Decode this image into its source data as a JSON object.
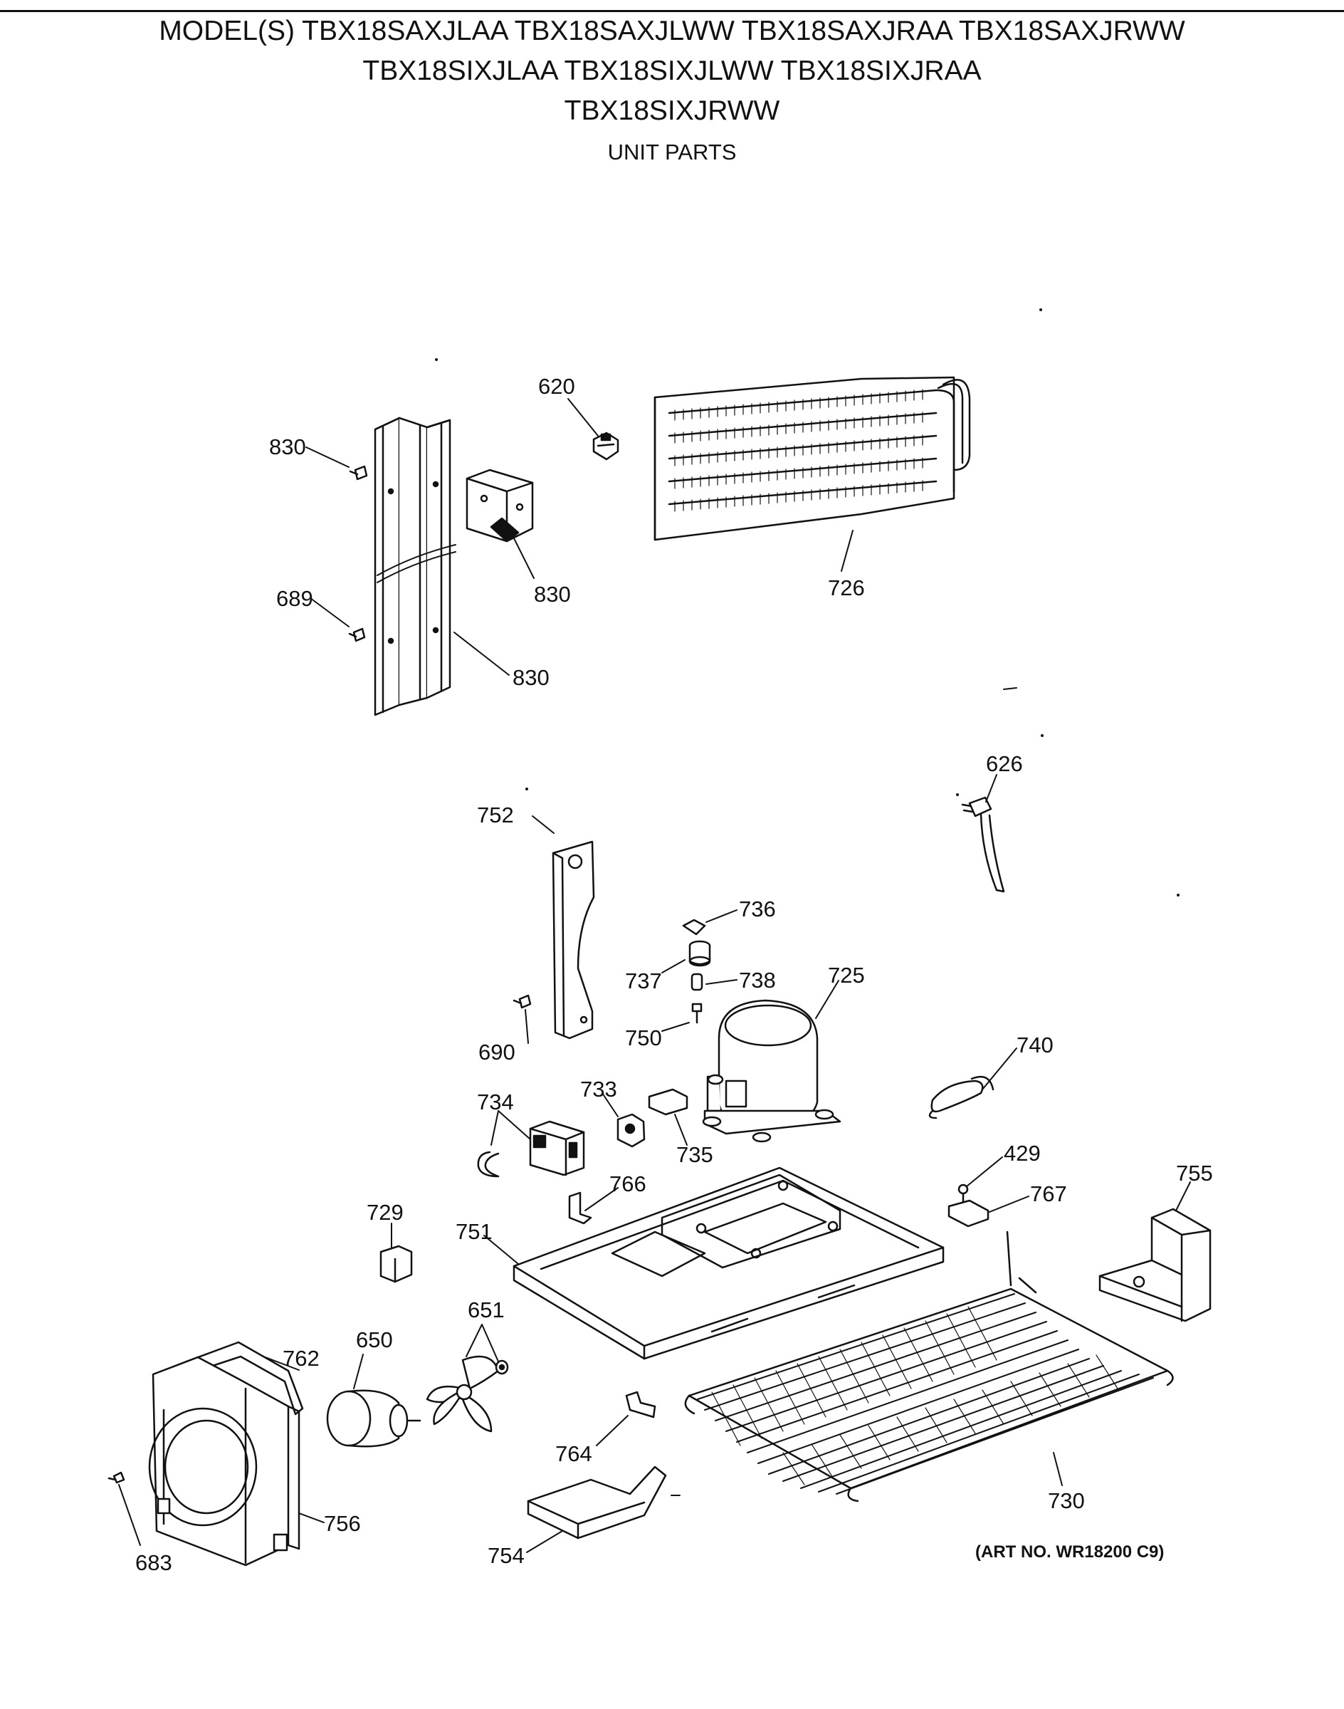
{
  "header": {
    "corner_mark": "",
    "title_line_1": "MODEL(S) TBX18SAXJLAA  TBX18SAXJLWW  TBX18SAXJRAA  TBX18SAXJRWW",
    "title_line_2": "TBX18SIXJLAA  TBX18SIXJLWW  TBX18SIXJRAA",
    "title_line_3": "TBX18SIXJRWW",
    "subtitle": "UNIT PARTS"
  },
  "labels": {
    "p620": "620",
    "p830a": "830",
    "p830b": "830",
    "p830c": "830",
    "p689": "689",
    "p726": "726",
    "p626": "626",
    "p752": "752",
    "p736": "736",
    "p737": "737",
    "p738": "738",
    "p725": "725",
    "p750": "750",
    "p690": "690",
    "p740": "740",
    "p734": "734",
    "p733": "733",
    "p735": "735",
    "p429": "429",
    "p767": "767",
    "p755": "755",
    "p766": "766",
    "p729": "729",
    "p751": "751",
    "p651": "651",
    "p650": "650",
    "p762": "762",
    "p764": "764",
    "p730": "730",
    "p756": "756",
    "p683": "683",
    "p754": "754"
  },
  "footer": {
    "art_no": "(ART NO. WR18200 C9)"
  }
}
